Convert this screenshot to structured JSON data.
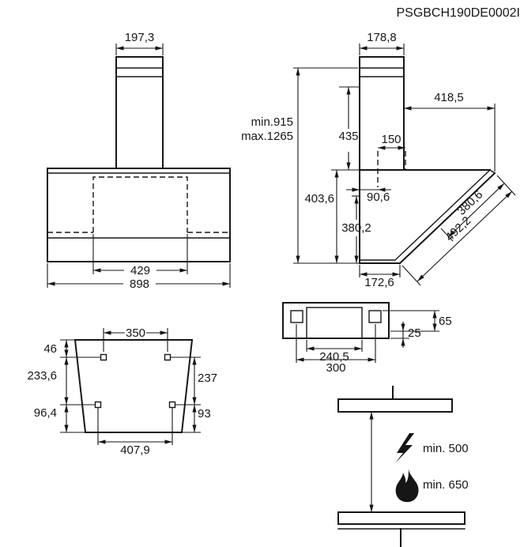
{
  "drawing_code": "PSGBCH190DE0002I",
  "front_view": {
    "chimney_width": "197,3",
    "duct_box_width": "429",
    "total_width": "898"
  },
  "side_view": {
    "chimney_depth": "178,8",
    "height_min": "min.915",
    "height_max": "max.1265",
    "chimney_height": "435",
    "total_depth": "418,5",
    "duct_width": "150",
    "body_height_outer": "403,6",
    "body_height_inner": "380,2",
    "duct_offset": "90,6",
    "panel_width": "380,6",
    "panel_length": "492,2",
    "bottom_depth": "172,6"
  },
  "drill_template": {
    "top_hole_spacing": "350",
    "top_offset": "46",
    "left_hole_span": "233,6",
    "bottom_left_offset": "96,4",
    "right_hole_span": "237",
    "bottom_right_offset": "93",
    "bottom_hole_spacing": "407,9"
  },
  "bracket_view": {
    "inner_width": "240,5",
    "outer_width": "300",
    "height": "65",
    "depth": "25"
  },
  "clearance_view": {
    "electric_min": "min. 500",
    "gas_min": "min. 650"
  }
}
